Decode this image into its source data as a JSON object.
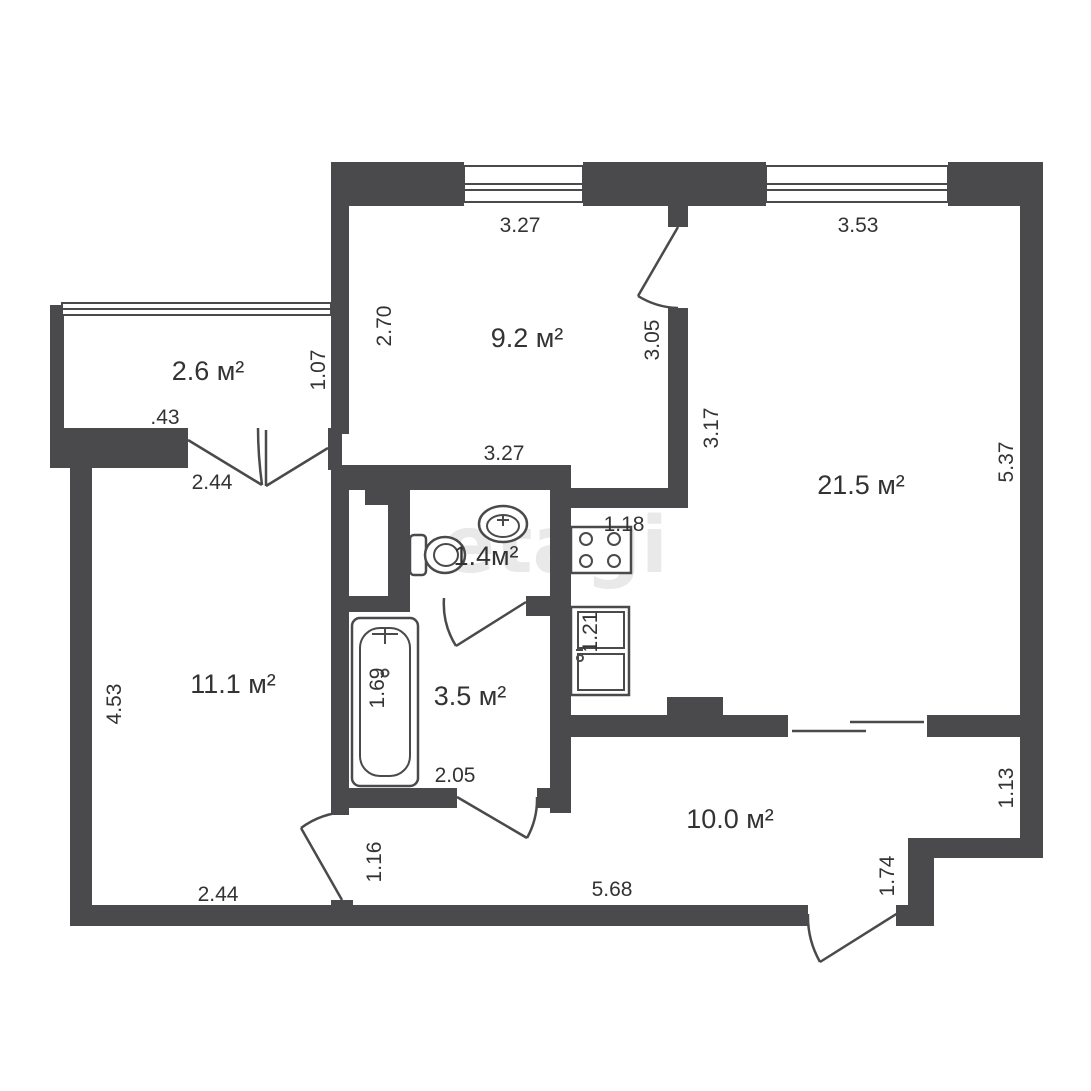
{
  "watermark": "etagi",
  "colors": {
    "wall": "#4a4a4c",
    "text": "#333333",
    "background": "#ffffff"
  },
  "rooms": [
    {
      "id": "room-9-2",
      "area": "9.2 м²"
    },
    {
      "id": "room-21-5",
      "area": "21.5 м²"
    },
    {
      "id": "balcony",
      "area": "2.6 м²"
    },
    {
      "id": "room-11-1",
      "area": "11.1 м²"
    },
    {
      "id": "toilet",
      "area": "1.4м²"
    },
    {
      "id": "bathroom",
      "area": "3.5 м²"
    },
    {
      "id": "hall",
      "area": "10.0 м²"
    }
  ],
  "dimensions": [
    "3.27",
    "3.53",
    "2.70",
    "3.05",
    "1.07",
    ".43",
    "3.27",
    "2.44",
    "3.17",
    "5.37",
    "1.18",
    "1.21",
    "1.69",
    "4.53",
    "2.05",
    "1.13",
    "1.16",
    "1.74",
    "2.44",
    "5.68"
  ]
}
